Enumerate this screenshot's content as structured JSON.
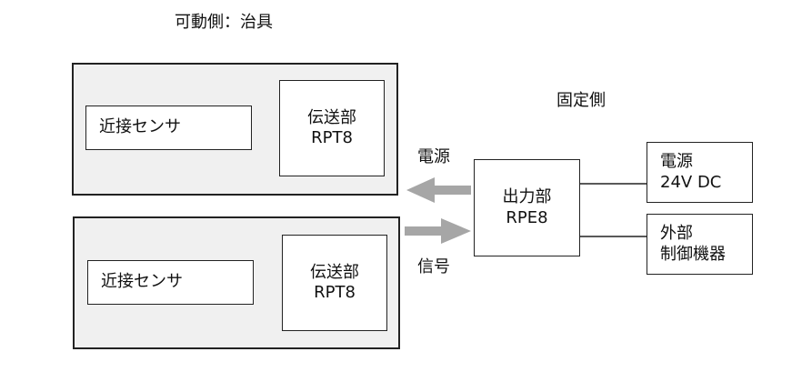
{
  "movable_side_title": "可動側：治具",
  "fixed_side_title": "固定側",
  "unit1": {
    "sensor": "近接センサ",
    "transmitter_line1": "伝送部",
    "transmitter_line2": "RPT8"
  },
  "unit2": {
    "sensor": "近接センサ",
    "transmitter_line1": "伝送部",
    "transmitter_line2": "RPT8"
  },
  "power_arrow_label": "電源",
  "signal_arrow_label": "信号",
  "output_unit": {
    "line1": "出力部",
    "line2": "RPE8"
  },
  "power_supply": {
    "line1": "電源",
    "line2": "24V DC"
  },
  "external_control": {
    "line1": "外部",
    "line2": "制御機器"
  },
  "colors": {
    "panel_fill": "#f0f0f0",
    "arrow": "#a6a6a6",
    "border": "#222222"
  }
}
